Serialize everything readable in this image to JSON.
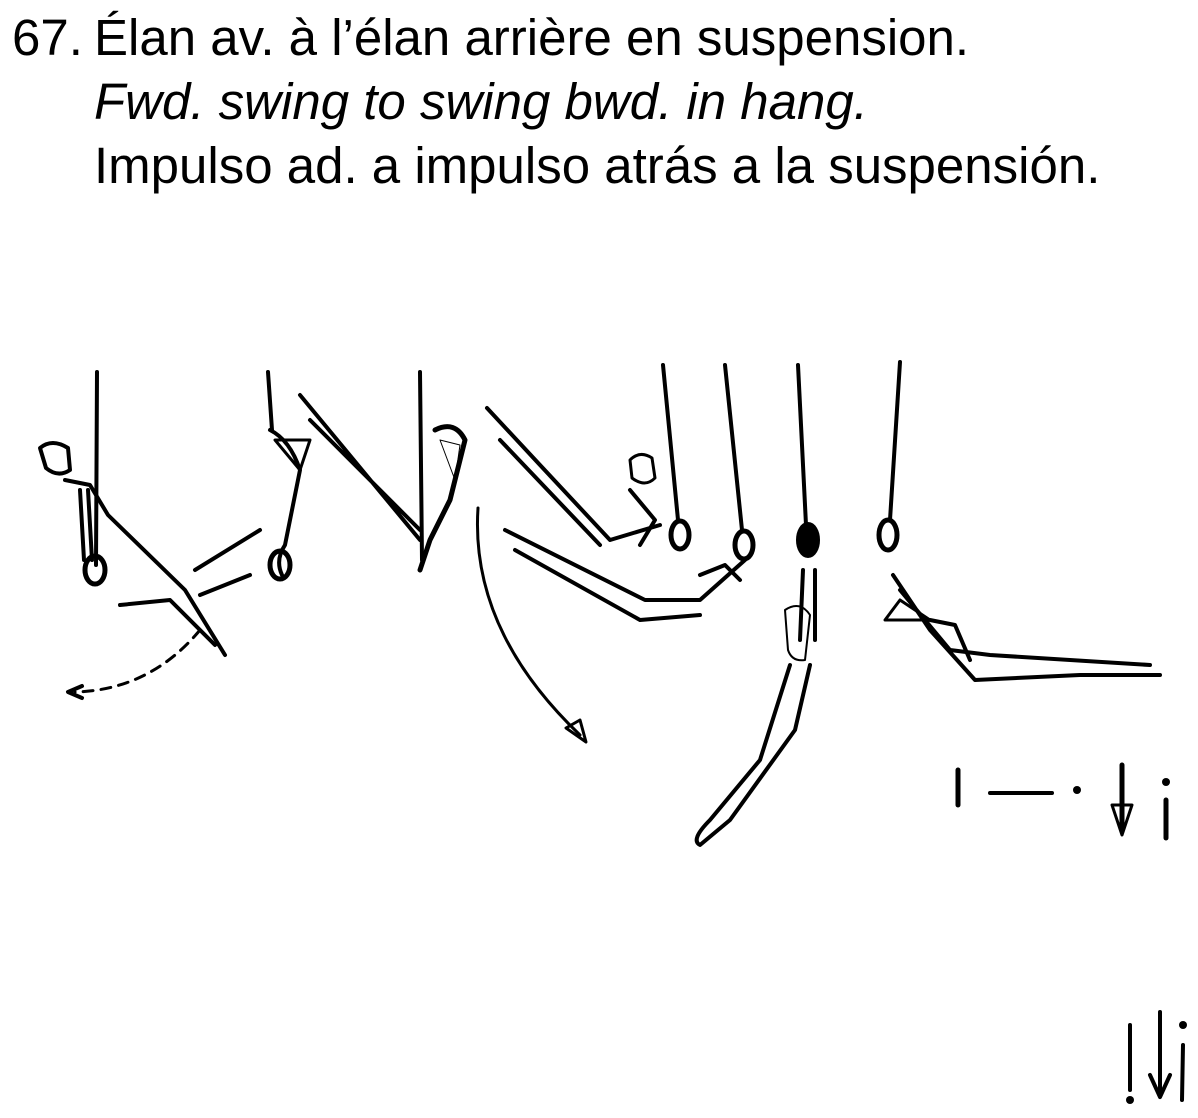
{
  "element": {
    "number": "67.",
    "title_fr": "Élan av. à l’élan arrière en suspension.",
    "title_en": "Fwd. swing to swing bwd. in hang.",
    "title_es": "Impulso ad. a impulso atrás a la suspensión."
  },
  "illustration": {
    "apparatus": "still-rings",
    "figures": [
      "swing-forward-hang",
      "swing-pass",
      "swing-backward-top",
      "rings-release",
      "hang-bottom",
      "swing-backward-extended"
    ],
    "motion_arrows": [
      "arrow-left",
      "arrow-down-right"
    ]
  }
}
